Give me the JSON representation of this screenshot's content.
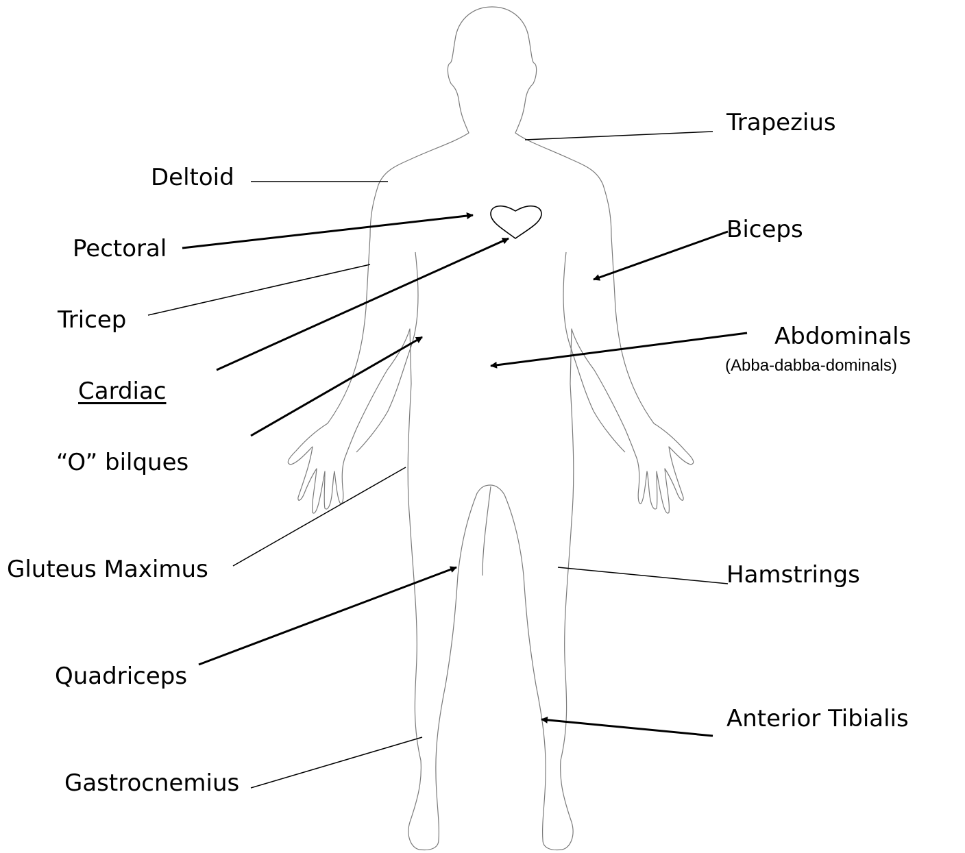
{
  "labels": {
    "trapezius": "Trapezius",
    "deltoid": "Deltoid",
    "biceps": "Biceps",
    "pectoral": "Pectoral",
    "tricep": "Tricep",
    "abdominals": "Abdominals",
    "abdominals_note": "(Abba-dabba-dominals)",
    "cardiac": "Cardiac",
    "obliques": "“O” bilques",
    "gluteus": "Gluteus Maximus",
    "hamstrings": "Hamstrings",
    "quadriceps": "Quadriceps",
    "anterior_tibialis": "Anterior Tibialis",
    "gastrocnemius": "Gastrocnemius"
  },
  "colors": {
    "line": "#000000",
    "outline": "#7a7a7a",
    "background": "#ffffff"
  }
}
